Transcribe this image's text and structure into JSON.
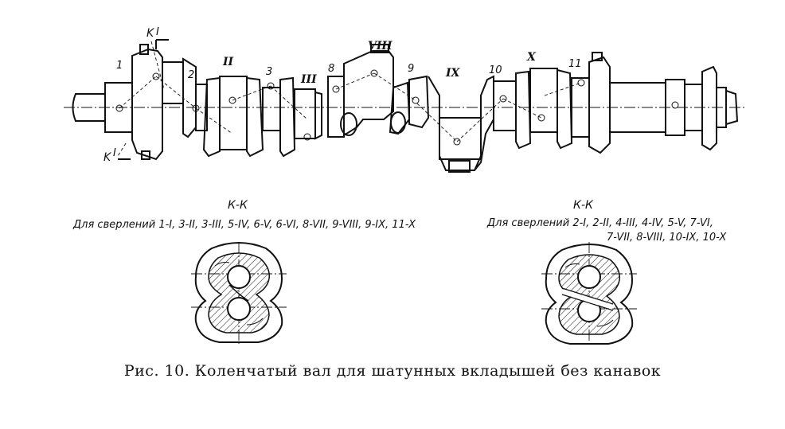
{
  "journals": [
    "1",
    "2",
    "3",
    "8",
    "9",
    "10",
    "11"
  ],
  "throws": [
    "II",
    "III",
    "VIII",
    "IX",
    "X"
  ],
  "section_marks": {
    "top": "K",
    "top_sub": "I",
    "bottom": "K",
    "bottom_sub": "I"
  },
  "sections": [
    {
      "title": "К-К",
      "note_line1": "Для сверлений 1-I, 3-II, 3-III, 5-IV, 6-V, 6-VI, 8-VII, 9-VIII, 9-IX, 11-X",
      "note_line2": ""
    },
    {
      "title": "К-К",
      "note_line1": "Для сверлений 2-I, 2-II, 4-III, 4-IV, 5-V, 7-VI,",
      "note_line2": "7-VII, 8-VIII, 10-IX, 10-X"
    }
  ],
  "caption": "Рис. 10. Коленчатый вал для шатунных вкладышей без канавок"
}
